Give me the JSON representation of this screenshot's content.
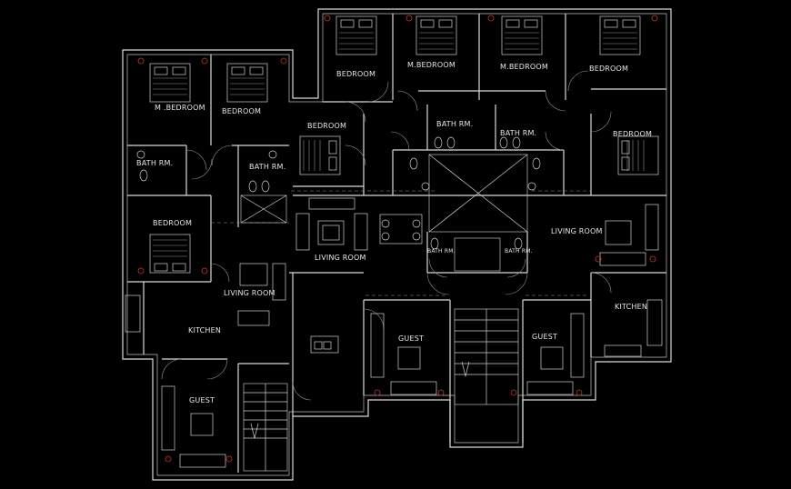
{
  "rooms": {
    "left_m_bedroom": "M .BEDROOM",
    "left_bedroom_top": "BEDROOM",
    "left_bath_1": "BATH RM.",
    "left_bath_2": "BATH RM.",
    "left_bedroom_mid": "BEDROOM",
    "left_living": "LIVING ROOM",
    "left_kitchen": "KITCHEN",
    "left_guest": "GUEST",
    "top_bedroom_1": "BEDROOM",
    "top_m_bedroom_1": "M.BEDROOM",
    "top_m_bedroom_2": "M.BEDROOM",
    "top_bedroom_2": "BEDROOM",
    "center_bedroom": "BEDROOM",
    "center_bath_1": "BATH RM.",
    "center_bath_2": "BATH RM.",
    "right_bedroom": "BEDROOM",
    "center_living": "LIVING ROOM",
    "right_living": "LIVING ROOM",
    "small_bath_1": "BATH RM.",
    "small_bath_2": "BATH RM.",
    "center_guest": "GUEST",
    "right_guest": "GUEST",
    "right_kitchen": "KITCHEN"
  },
  "colors": {
    "background": "#000000",
    "walls": "#d9d9d9",
    "accent": "#c0392b"
  }
}
